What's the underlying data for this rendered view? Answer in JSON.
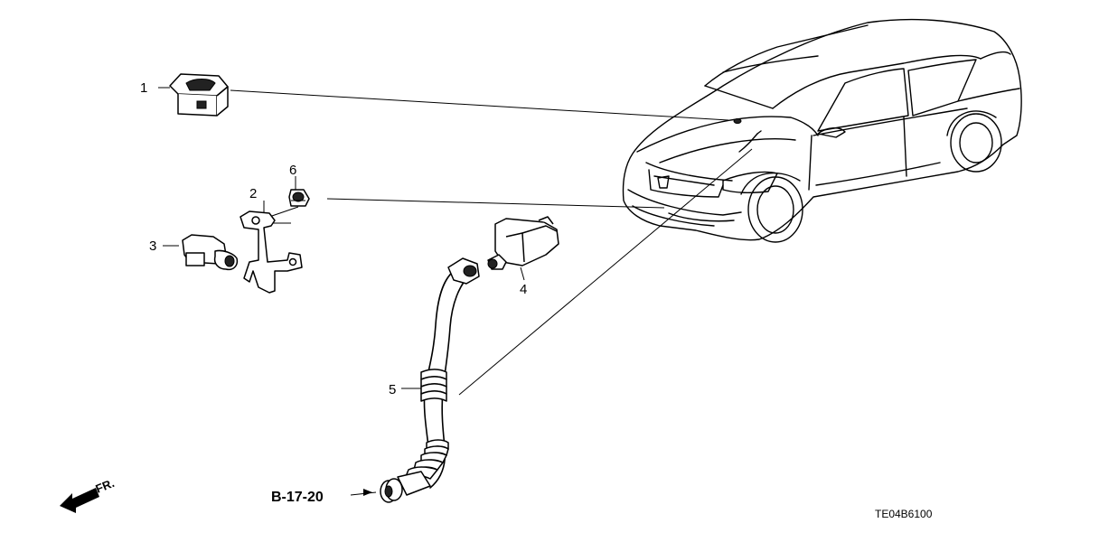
{
  "diagram": {
    "callouts": [
      {
        "id": "1",
        "label": "1"
      },
      {
        "id": "2",
        "label": "2"
      },
      {
        "id": "3",
        "label": "3"
      },
      {
        "id": "4",
        "label": "4"
      },
      {
        "id": "5",
        "label": "5"
      },
      {
        "id": "6",
        "label": "6"
      }
    ],
    "reference": "B-17-20",
    "direction_label": "FR.",
    "diagram_code": "TE04B6100"
  }
}
